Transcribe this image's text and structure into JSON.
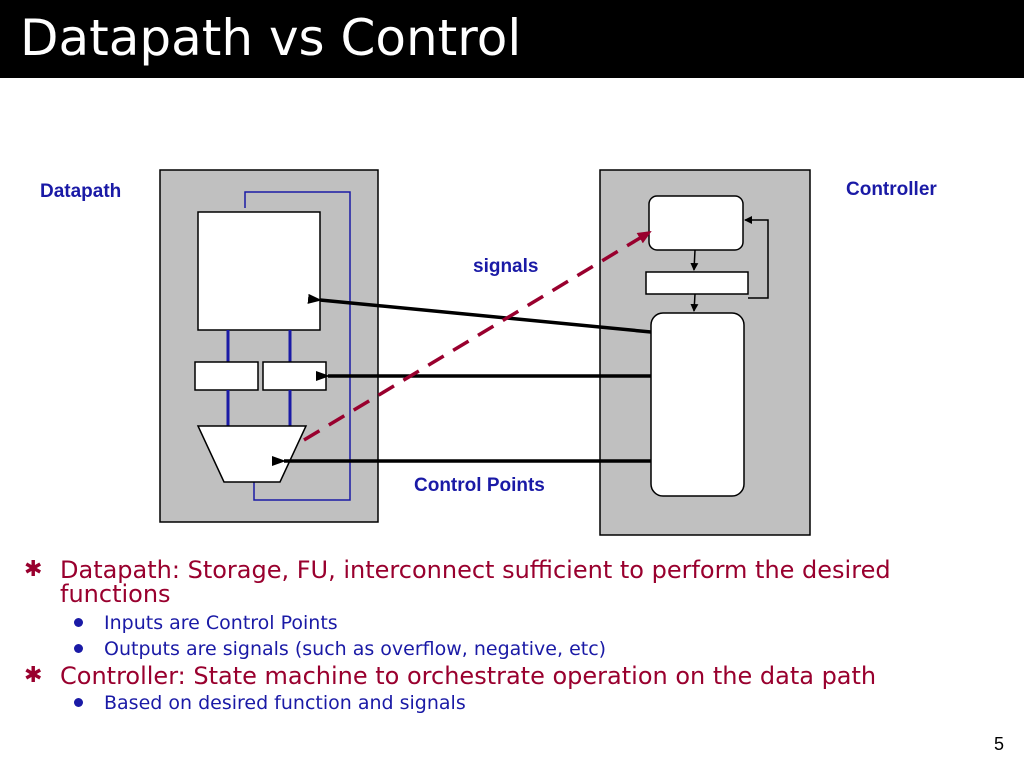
{
  "slide": {
    "title": "Datapath vs Control",
    "page_number": "5"
  },
  "diagram": {
    "datapath_label": "Datapath",
    "controller_label": "Controller",
    "signals_label": "signals",
    "control_points_label": "Control Points"
  },
  "bullets": [
    {
      "text": "Datapath: Storage, FU, interconnect sufficient to perform the desired functions",
      "sub": [
        "Inputs are Control Points",
        "Outputs are signals (such as overflow, negative, etc)"
      ]
    },
    {
      "text": "Controller: State machine to orchestrate operation on the data path",
      "sub": [
        "Based on desired function and signals"
      ]
    }
  ],
  "colors": {
    "title_bar": "#000000",
    "label_blue": "#1a1aa6",
    "bullet_red": "#99002e",
    "panel_gray": "#c0c0c0",
    "signal_arrow": "#99002e"
  }
}
